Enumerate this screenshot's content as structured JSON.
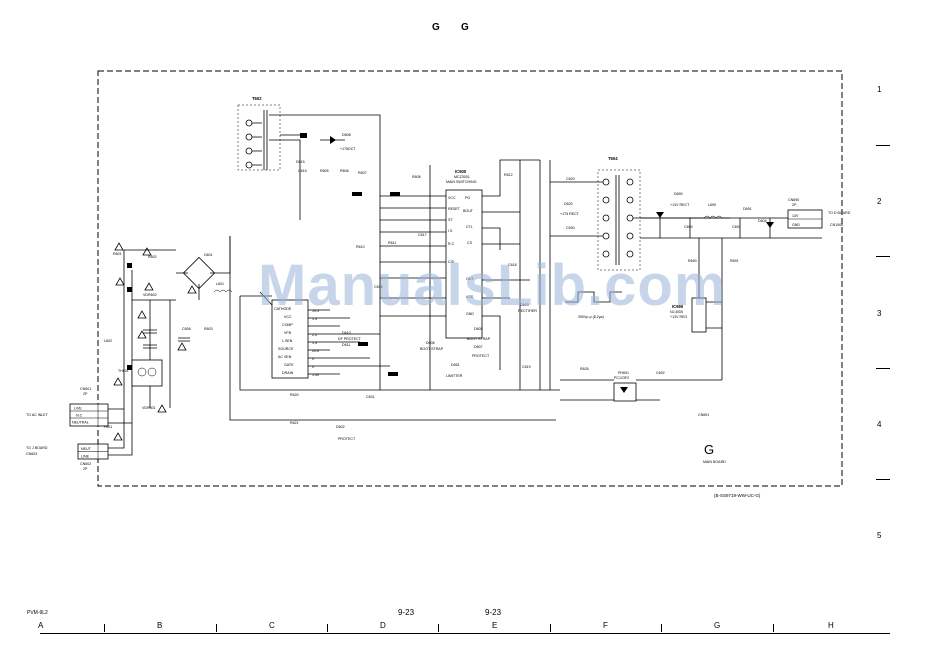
{
  "header": {
    "left_label": "G",
    "right_label": "G"
  },
  "rows": [
    "1",
    "2",
    "3",
    "4",
    "5"
  ],
  "columns": [
    "A",
    "B",
    "C",
    "D",
    "E",
    "F",
    "G",
    "H"
  ],
  "pages": {
    "left": "9-23",
    "right": "9-23"
  },
  "model": "PVM-9L2",
  "watermark": "ManualsLib.com",
  "board": {
    "letter": "G",
    "name": "MAIN BOARD",
    "part_number": "(B-SS9719-WW-UC-G)"
  },
  "ic": {
    "main": {
      "ref": "IC600",
      "part": "MCZ3001",
      "function": "MAIN SWITCHING",
      "pins_left": [
        "VCC",
        "RESET",
        "ST",
        "I.S",
        "R.C",
        "C/D"
      ],
      "pins_right": [
        "PG",
        "BOUT",
        "CTL",
        "CS",
        "OUT",
        "VSS",
        "GND"
      ]
    },
    "reg": {
      "ref": "IC690",
      "part": "NJ-8I3S",
      "function": "+13V REG"
    },
    "optic": {
      "ref": "PH601",
      "part": "PC123F2"
    },
    "driver_pins": [
      "CATHODE",
      "VCC",
      "COMP",
      "VFB",
      "L.SEN",
      "SOURCE",
      "AC SEN",
      "GATE",
      "DRAIN"
    ],
    "driver_values": [
      "19.3",
      "1.4",
      "2.4",
      "20.6",
      "1.4",
      "0",
      "0",
      "1.00"
    ]
  },
  "connectors": {
    "ac_inlet": {
      "ref": "CN601",
      "pins": "2P",
      "label": "TO AC INLET",
      "pin_names": [
        "LIVE",
        "N.C",
        "NEUTRAL"
      ]
    },
    "j_board": {
      "ref": "CN602",
      "pins": "2P",
      "label": "TO J BOARD",
      "target": "CN603",
      "pin_names": [
        "NEUT",
        "LINE"
      ]
    },
    "output": {
      "ref": "CN690",
      "pins": "2P",
      "label": "TO D BOARD",
      "target": "CN1506",
      "pin_names": [
        "13V",
        "GND"
      ]
    },
    "cn691": {
      "ref": "CN691"
    }
  },
  "transformers": {
    "t602": {
      "ref": "T602"
    },
    "t604": {
      "ref": "T604"
    }
  },
  "parts": {
    "diodes": [
      "D608",
      "D615",
      "D620",
      "D601",
      "D605",
      "D606",
      "D607",
      "D602",
      "D610",
      "D611",
      "D651",
      "D603",
      "D690",
      "D691",
      "D604"
    ],
    "diode_notes": [
      "+175DCT",
      "+175 RECT",
      "+13V RECT",
      "DF PROTECT",
      "SHORT PROTECT",
      "BOOT STRAP",
      "PROTECT",
      "LIMITTER",
      "RECTIFIER"
    ],
    "caps": [
      "C606",
      "C615",
      "C616",
      "C617",
      "C618",
      "C619",
      "C620",
      "C630",
      "C631",
      "C690",
      "C691",
      "C692"
    ],
    "resistors": [
      "R601",
      "R602",
      "R603",
      "R605",
      "R606",
      "R607",
      "R608",
      "R610",
      "R611",
      "R612",
      "R620",
      "R621",
      "R626",
      "R690",
      "R691"
    ],
    "inductors": [
      "L601",
      "L602",
      "L690"
    ],
    "fuse": "F601",
    "varistors": [
      "VDR601",
      "VDR602"
    ],
    "thermistor": "TH601",
    "waveform": "390Vp-p (8.2μs)"
  }
}
